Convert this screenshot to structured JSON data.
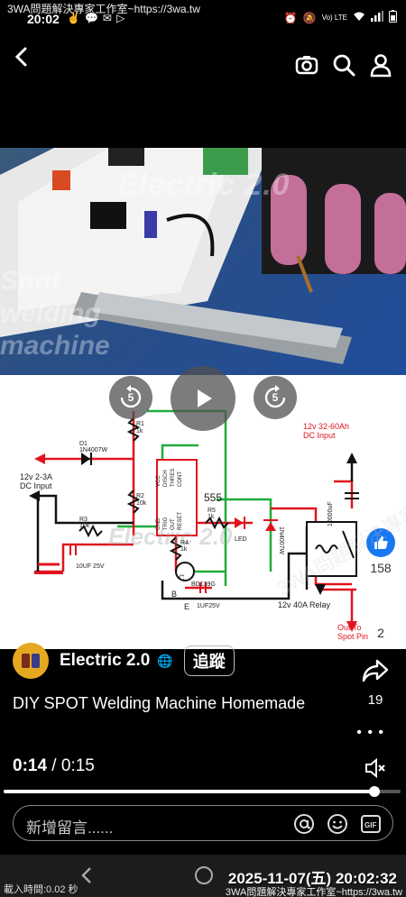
{
  "status_bar": {
    "watermark": "3WA問題解決專家工作室~https://3wa.tw",
    "time": "20:02",
    "network_label": "Vo) LTE"
  },
  "video": {
    "photo_overlay_lines": [
      "Spot",
      "welding",
      "machine"
    ],
    "brand_overlay": "Electric 2.0",
    "rewind_label": "5",
    "forward_label": "5",
    "schematic": {
      "labels": {
        "r1": "R1",
        "r1_val": "1k",
        "d1": "D1",
        "d1_val": "1N4007W",
        "input_left_1": "12v 2-3A",
        "input_left_2": "DC Input",
        "r2": "R2",
        "r2_val": "10k",
        "r3": "R3",
        "r3_val": "10k",
        "cap1": "10UF 25V",
        "ic": "555",
        "ic_pins_1": "VCC",
        "ic_pins_2": "DISCH",
        "ic_pins_3": "THRES",
        "ic_pins_4": "CONT",
        "ic_pins_5": "GND",
        "ic_pins_6": "TRIG",
        "ic_pins_7": "OUT",
        "ic_pins_8": "RESET",
        "r4": "R4",
        "r4_val": "1k",
        "r5": "R5",
        "r5_val": "1k",
        "led": "LED",
        "diode2": "1N4007W",
        "transistor_c": "C",
        "transistor_b": "B",
        "transistor_e": "E",
        "transistor": "BD139G",
        "cap2": "1UF25V",
        "input_right_1": "12v 32-60Ah",
        "input_right_2": "DC Input",
        "cap3": "10000uF",
        "relay": "12v 40A Relay",
        "output_1": "Out To",
        "output_2": "Spot Pin",
        "brand": "Electric 2.0"
      }
    }
  },
  "side_actions": {
    "likes": "158",
    "comments": "2",
    "shares": "19"
  },
  "author": {
    "name": "Electric 2.0",
    "follow_label": "追蹤"
  },
  "post": {
    "title": "DIY SPOT Welding Machine Homemade"
  },
  "player": {
    "current_time": "0:14",
    "separator": " / ",
    "duration": "0:15",
    "progress": 0.933
  },
  "comment": {
    "placeholder": "新增留言......"
  },
  "footer": {
    "load_time": "載入時間:0.02 秒",
    "timestamp": "2025-11-07(五) 20:02:32",
    "watermark": "3WA問題解決專家工作室~https://3wa.tw",
    "diagonal_watermark": "3WA問題解決專家工作室 ~https://3wa.tw"
  },
  "colors": {
    "like_blue": "#1877f2",
    "wire_red": "#e0141e",
    "wire_green": "#1fae3a",
    "schematic_text": "#222222"
  }
}
